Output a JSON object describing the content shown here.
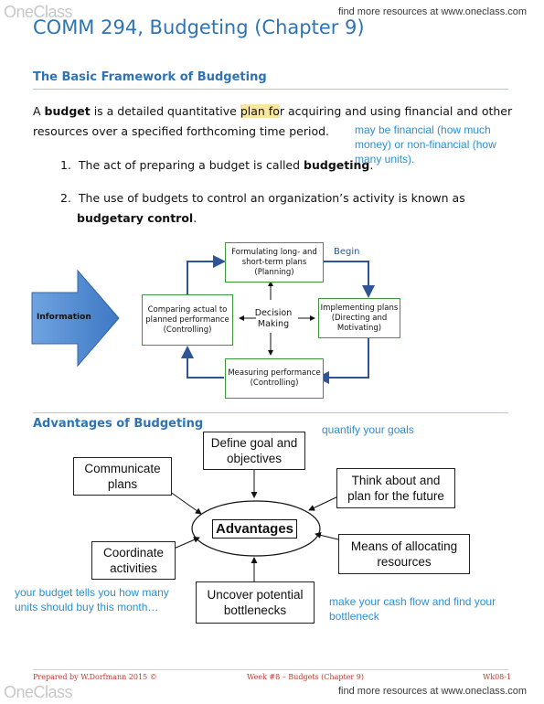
{
  "watermark": {
    "logo": "OneClass",
    "link": "find more resources at www.oneclass.com"
  },
  "title": "COMM 294, Budgeting (Chapter 9)",
  "section1": {
    "heading": "The Basic Framework of Budgeting",
    "para_a": "A ",
    "para_bold": "budget",
    "para_b": " is a detailed quantitative ",
    "para_hl": "plan fo",
    "para_c": "r acquiring and using financial and other resources over a specified forthcoming time period.",
    "item1_pre": "The act of preparing a budget is called ",
    "item1_bold": "budgeting",
    "item1_post": ".",
    "item2_pre": "The use of budgets to control an organization’s activity is known as ",
    "item2_bold": "budgetary control",
    "item2_post": ".",
    "item1_num": "1.",
    "item2_num": "2.",
    "note": "may be financial (how much money) or non-financial (how many units)."
  },
  "framework": {
    "information": "Information",
    "planning": "Formulating long- and short-term plans (Planning)",
    "directing": "Implementing plans (Directing and Motivating)",
    "controlling_measure": "Measuring performance (Controlling)",
    "controlling_compare": "Comparing actual to planned performance (Controlling)",
    "center": "Decision Making",
    "begin": "Begin"
  },
  "section2": {
    "heading": "Advantages of Budgeting",
    "center": "Advantages",
    "items": {
      "define": "Define goal and objectives",
      "think": "Think about and plan for the future",
      "allocate": "Means of allocating resources",
      "uncover": "Uncover potential bottlenecks",
      "coordinate": "Coordinate activities",
      "communicate": "Communicate plans"
    },
    "note_quantify": "quantify your goals",
    "note_units": "your budget tells you how many units should buy this month…",
    "note_cash": "make your cash flow and find your bottleneck"
  },
  "footer": {
    "left": "Prepared by W.Dorfmann 2015 ©",
    "center": "Week #8 – Budgets (Chapter 9)",
    "right": "Wk08-1"
  },
  "colors": {
    "title": "#2e74b5",
    "annotation": "#2b8fd6",
    "box_border_green": "#3a9a3a",
    "arrow_blue": "#4a7fc1"
  }
}
